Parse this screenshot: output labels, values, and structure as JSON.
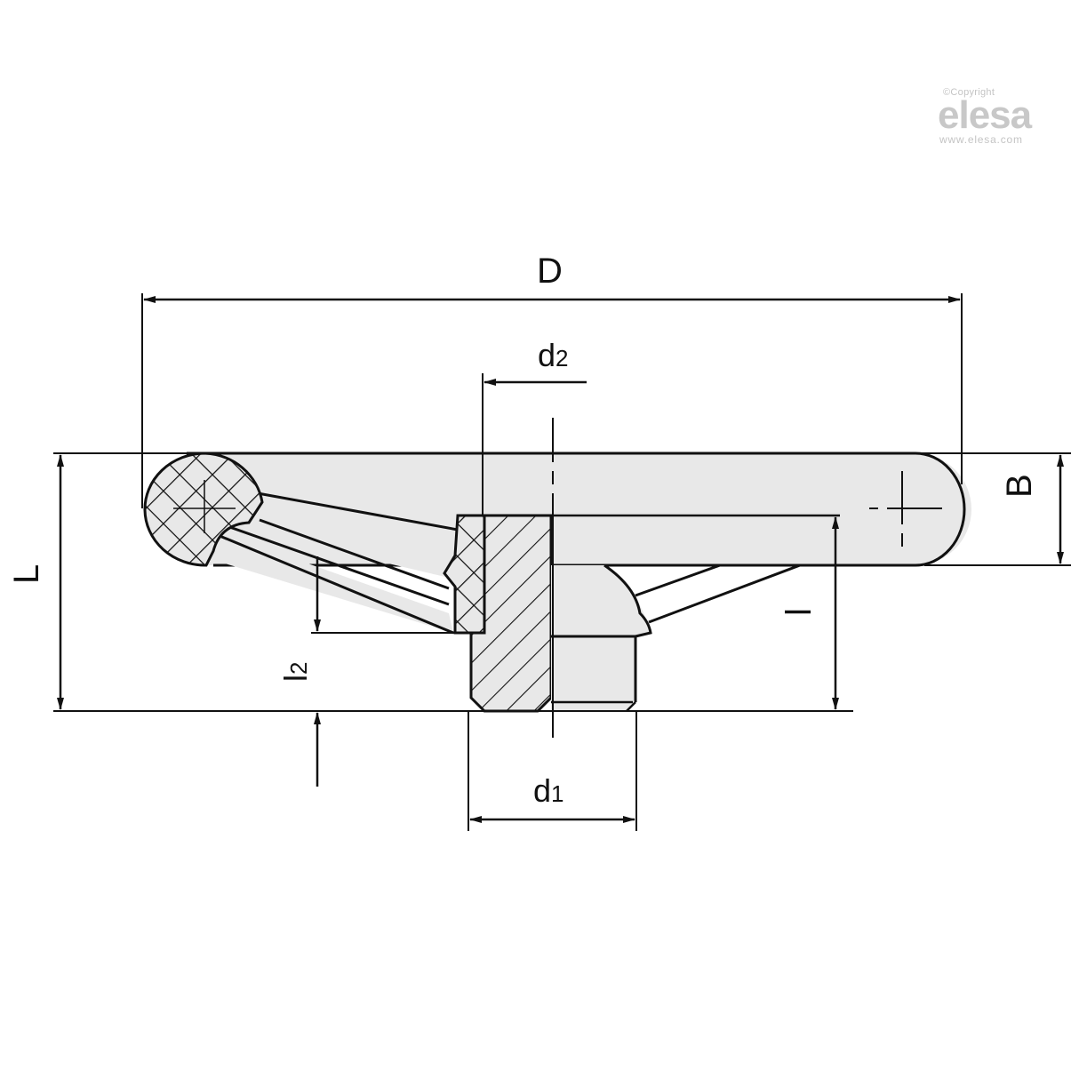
{
  "watermark": {
    "copyright": "©Copyright",
    "brand": "elesa",
    "url": "www.elesa.com",
    "color": "#c4c4c4"
  },
  "drawing": {
    "title": "Handwheel cross-section technical drawing",
    "fill_color": "#e8e8e8",
    "line_color": "#111111",
    "dimensions": {
      "D": "D",
      "d2": "d",
      "d2_sub": "2",
      "d1": "d",
      "d1_sub": "1",
      "B": "B",
      "L": "L",
      "l": "l",
      "l2": "l",
      "l2_sub": "2"
    }
  }
}
